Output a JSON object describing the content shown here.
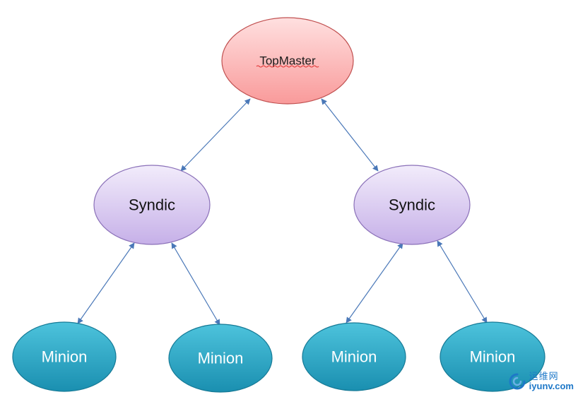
{
  "nodes": {
    "top_master": {
      "label": "TopMaster"
    },
    "syndic_left": {
      "label": "Syndic"
    },
    "syndic_right": {
      "label": "Syndic"
    },
    "minion_1": {
      "label": "Minion"
    },
    "minion_2": {
      "label": "Minion"
    },
    "minion_3": {
      "label": "Minion"
    },
    "minion_4": {
      "label": "Minion"
    }
  },
  "colors": {
    "top_master_fill_top": "#ffe0e0",
    "top_master_fill_bottom": "#f99a9a",
    "top_master_stroke": "#c05050",
    "syndic_fill_top": "#f2ecfb",
    "syndic_fill_bottom": "#c6b0e8",
    "syndic_stroke": "#8a70b8",
    "minion_fill_top": "#4dc3dc",
    "minion_fill_bottom": "#1a8fb0",
    "minion_stroke": "#167a96",
    "connector": "#4a78b8"
  },
  "watermark": {
    "line1": "运维网",
    "line2": "iyunv.com"
  }
}
